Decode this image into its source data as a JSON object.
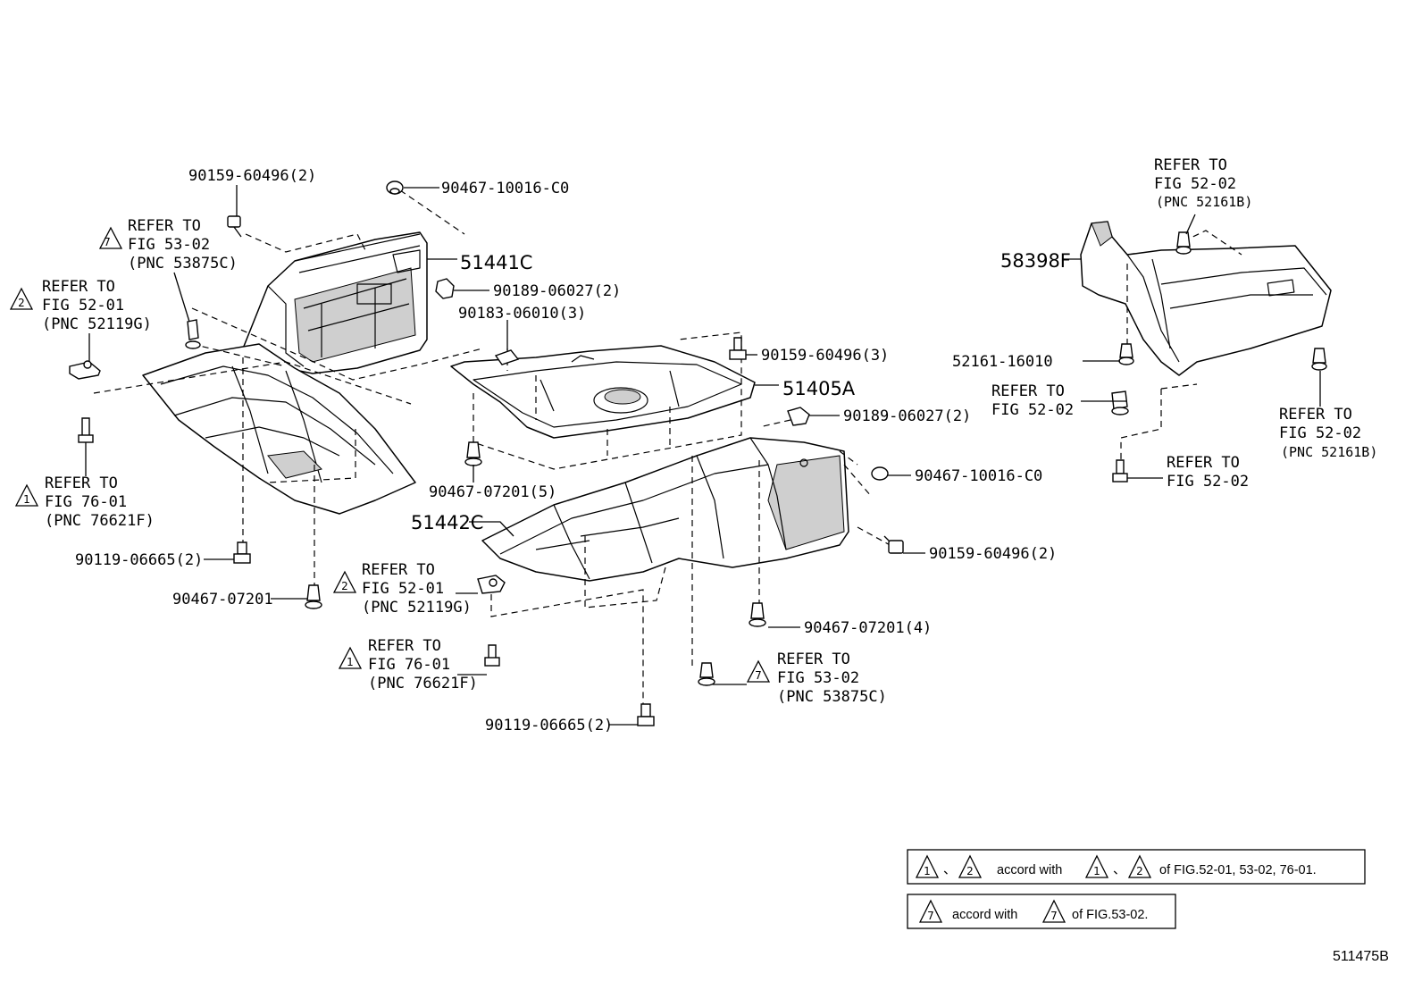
{
  "labels": {
    "p90159_60496_2_a": "90159-60496(2)",
    "p90467_10016_C0_a": "90467-10016-C0",
    "p51441C": "51441C",
    "p90189_06027_2_a": "90189-06027(2)",
    "p90183_06010_3": "90183-06010(3)",
    "p90159_60496_3": "90159-60496(3)",
    "p51405A": "51405A",
    "p90189_06027_2_b": "90189-06027(2)",
    "p90467_07201_5": "90467-07201(5)",
    "p90467_10016_C0_b": "90467-10016-C0",
    "p51442C": "51442C",
    "p90159_60496_2_b": "90159-60496(2)",
    "p90119_06665_2_a": "90119-06665(2)",
    "p90467_07201": "90467-07201",
    "p90467_07201_4": "90467-07201(4)",
    "p90119_06665_2_b": "90119-06665(2)",
    "p58398F": "58398F",
    "p52161_16010": "52161-16010",
    "diagram_id": "511475B"
  },
  "refs": {
    "ref_7_top": {
      "tri": "7",
      "l1": "REFER TO",
      "l2": "FIG 53-02",
      "l3": "(PNC 53875C)"
    },
    "ref_2_left": {
      "tri": "2",
      "l1": "REFER TO",
      "l2": "FIG 52-01",
      "l3": "(PNC 52119G)"
    },
    "ref_1_left": {
      "tri": "1",
      "l1": "REFER TO",
      "l2": "FIG 76-01",
      "l3": "(PNC 76621F)"
    },
    "ref_2_mid": {
      "tri": "2",
      "l1": "REFER TO",
      "l2": "FIG 52-01",
      "l3": "(PNC 52119G)"
    },
    "ref_1_mid": {
      "tri": "1",
      "l1": "REFER TO",
      "l2": "FIG 76-01",
      "l3": "(PNC 76621F)"
    },
    "ref_7_bottom": {
      "tri": "7",
      "l1": "REFER TO",
      "l2": "FIG 53-02",
      "l3": "(PNC 53875C)"
    },
    "ref_top_right": {
      "l1": "REFER TO",
      "l2": "FIG 52-02",
      "l3": "(PNC 52161B)"
    },
    "ref_right_a": {
      "l1": "REFER TO",
      "l2": "FIG 52-02"
    },
    "ref_right_b": {
      "l1": "REFER TO",
      "l2": "FIG 52-02",
      "l3": "(PNC 52161B)"
    },
    "ref_right_c": {
      "l1": "REFER TO",
      "l2": "FIG 52-02"
    }
  },
  "legend": {
    "box1": {
      "tri_a": "1",
      "sep": "、",
      "tri_b": "2",
      "text1": "accord with",
      "tri_c": "1",
      "sep2": "、",
      "tri_d": "2",
      "text2": "of FIG.52-01, 53-02, 76-01."
    },
    "box2": {
      "tri_a": "7",
      "text1": "accord with",
      "tri_b": "7",
      "text2": "of FIG.53-02."
    }
  },
  "colors": {
    "line": "#000000",
    "background": "#ffffff"
  }
}
